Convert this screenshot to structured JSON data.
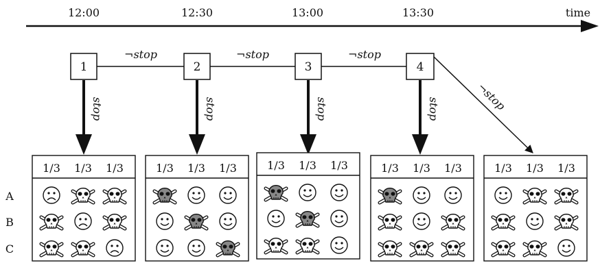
{
  "timeline": {
    "axis_label": "time",
    "ticks": [
      "12:00",
      "12:30",
      "13:00",
      "13:30"
    ]
  },
  "stages": [
    {
      "id": "1",
      "transition_label": "¬stop",
      "action_label": "stop"
    },
    {
      "id": "2",
      "transition_label": "¬stop",
      "action_label": "stop"
    },
    {
      "id": "3",
      "transition_label": "¬stop",
      "action_label": "stop"
    },
    {
      "id": "4",
      "transition_label": "¬stop",
      "action_label": "stop"
    }
  ],
  "row_labels": [
    "A",
    "B",
    "C"
  ],
  "panels": [
    {
      "probs": [
        "1/3",
        "1/3",
        "1/3"
      ],
      "grid": [
        [
          "sad",
          "skull",
          "skull"
        ],
        [
          "skull",
          "sad",
          "skull"
        ],
        [
          "skull",
          "skull",
          "sad"
        ]
      ]
    },
    {
      "probs": [
        "1/3",
        "1/3",
        "1/3"
      ],
      "grid": [
        [
          "skull-gray",
          "smile",
          "smile"
        ],
        [
          "smile",
          "skull-gray",
          "smile"
        ],
        [
          "smile",
          "smile",
          "skull-gray"
        ]
      ]
    },
    {
      "probs": [
        "1/3",
        "1/3",
        "1/3"
      ],
      "grid": [
        [
          "skull-gray",
          "smile",
          "smile"
        ],
        [
          "smile",
          "skull-gray",
          "smile"
        ],
        [
          "skull",
          "skull",
          "smile"
        ]
      ]
    },
    {
      "probs": [
        "1/3",
        "1/3",
        "1/3"
      ],
      "grid": [
        [
          "skull-gray",
          "smile",
          "smile"
        ],
        [
          "skull",
          "smile",
          "skull"
        ],
        [
          "skull",
          "skull",
          "skull"
        ]
      ]
    },
    {
      "probs": [
        "1/3",
        "1/3",
        "1/3"
      ],
      "grid": [
        [
          "smile",
          "skull",
          "skull"
        ],
        [
          "skull",
          "smile",
          "skull"
        ],
        [
          "skull",
          "skull",
          "smile"
        ]
      ]
    }
  ]
}
